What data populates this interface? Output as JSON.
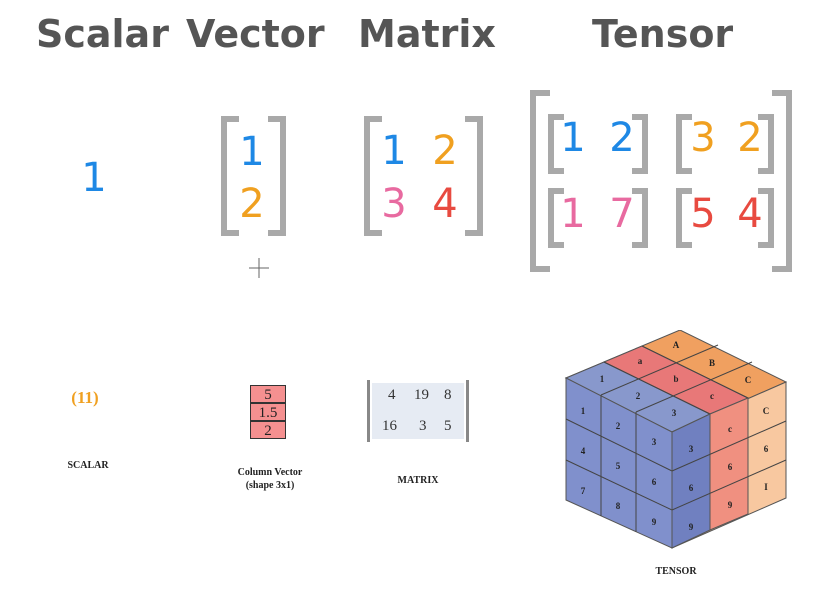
{
  "headers": {
    "scalar": "Scalar",
    "vector": "Vector",
    "matrix": "Matrix",
    "tensor": "Tensor"
  },
  "colors": {
    "blue": "#1e88e5",
    "orange": "#f0a020",
    "pink": "#e86aa0",
    "red": "#e84a40",
    "bracket": "#a9a9a9",
    "header": "#555555"
  },
  "scalar": {
    "value": "1"
  },
  "vector": {
    "values": [
      "1",
      "2"
    ]
  },
  "matrix": {
    "values": [
      [
        "1",
        "2"
      ],
      [
        "3",
        "4"
      ]
    ]
  },
  "tensor": {
    "values": [
      [
        [
          "1",
          "2"
        ],
        [
          "3",
          "2"
        ]
      ],
      [
        [
          "1",
          "7"
        ],
        [
          "5",
          "4"
        ]
      ]
    ]
  },
  "bottom": {
    "scalar_value": "(11)",
    "scalar_label": "SCALAR",
    "column_vector": [
      "5",
      "1.5",
      "2"
    ],
    "column_vector_label_line1": "Column Vector",
    "column_vector_label_line2": "(shape 3x1)",
    "matrix_values": [
      [
        "4",
        "19",
        "8"
      ],
      [
        "16",
        "3",
        "5"
      ]
    ],
    "matrix_label": "MATRIX",
    "tensor_label": "TENSOR",
    "cube_front": [
      [
        "1",
        "2",
        "3"
      ],
      [
        "4",
        "5",
        "6"
      ],
      [
        "7",
        "8",
        "9"
      ]
    ],
    "cube_top": [
      [
        "A",
        "B",
        "C"
      ],
      [
        "a",
        "b",
        "c"
      ],
      [
        "1",
        "2",
        "3"
      ]
    ],
    "cube_side": [
      [
        "c",
        "C"
      ],
      [
        "6",
        "6"
      ],
      [
        "9",
        "I"
      ]
    ]
  }
}
